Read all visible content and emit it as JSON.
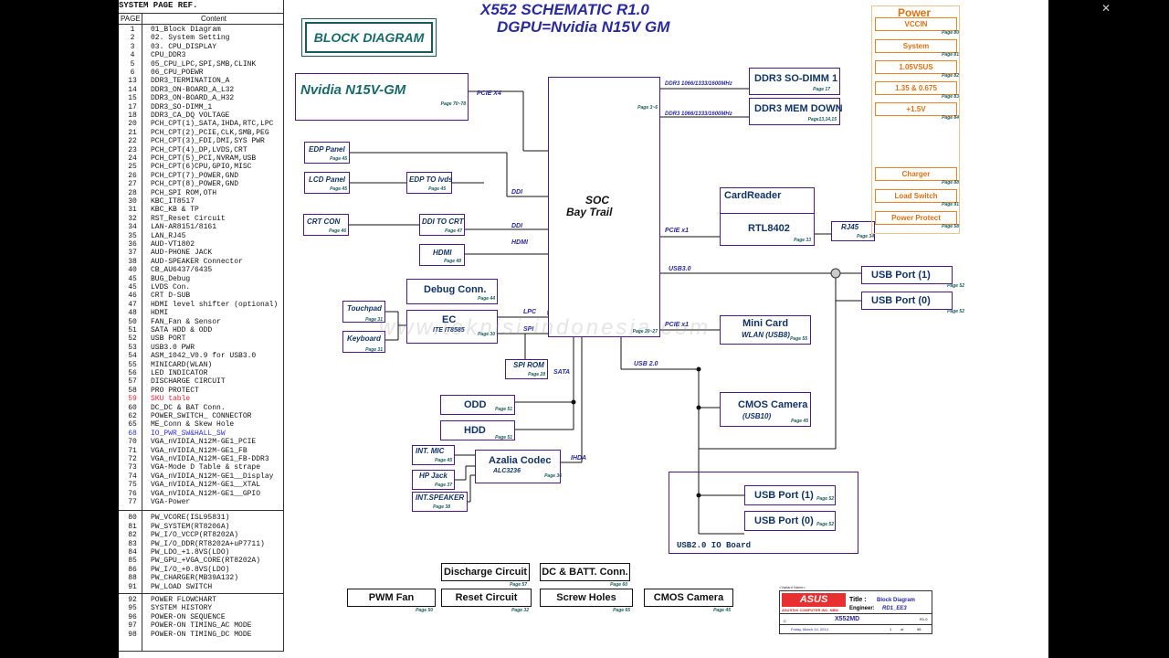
{
  "header": {
    "line1": "X552 SCHEMATIC R1.0",
    "line2": "DGPU=Nvidia N15V GM",
    "block_diagram": "BLOCK DIAGRAM"
  },
  "toc": {
    "title": "SYSTEM PAGE REF.",
    "col_page": "PAGE",
    "col_content": "Content",
    "rows": [
      {
        "p": "1",
        "c": "01_Block Diagram"
      },
      {
        "p": "2",
        "c": "02. System Setting"
      },
      {
        "p": "3",
        "c": "03. CPU_DISPLAY"
      },
      {
        "p": "4",
        "c": "CPU_DDR3"
      },
      {
        "p": "5",
        "c": "05_CPU_LPC,SPI,SMB,CLINK"
      },
      {
        "p": "6",
        "c": "06_CPU_POEWR"
      },
      {
        "p": "13",
        "c": "DDR3_TERMINATION_A"
      },
      {
        "p": "14",
        "c": "DDR3_ON-BOARD_A_L32"
      },
      {
        "p": "15",
        "c": "DDR3_ON-BOARD_A_H32"
      },
      {
        "p": "17",
        "c": "DDR3_SO-DIMM_1"
      },
      {
        "p": "18",
        "c": "DDR3_CA_DQ VOLTAGE"
      },
      {
        "p": "20",
        "c": "PCH_CPT(1)_SATA,IHDA,RTC,LPC"
      },
      {
        "p": "21",
        "c": "PCH_CPT(2)_PCIE,CLK,SMB,PEG"
      },
      {
        "p": "22",
        "c": "PCH_CPT(3)_FDI,DMI,SYS PWR"
      },
      {
        "p": "23",
        "c": "PCH_CPT(4)_DP,LVDS,CRT"
      },
      {
        "p": "24",
        "c": "PCH_CPT(5)_PCI,NVRAM,USB"
      },
      {
        "p": "25",
        "c": "PCH_CPT(6)CPU,GPIO,MISC"
      },
      {
        "p": "26",
        "c": "PCH_CPT(7)_POWER,GND"
      },
      {
        "p": "27",
        "c": "PCH_CPT(8)_POWER,GND"
      },
      {
        "p": "28",
        "c": "PCH_SPI ROM,OTH"
      },
      {
        "p": "30",
        "c": "KBC_IT8517"
      },
      {
        "p": "31",
        "c": "KBC_KB & TP"
      },
      {
        "p": "32",
        "c": "RST_Reset Circuit"
      },
      {
        "p": "34",
        "c": "LAN-AR8151/8161"
      },
      {
        "p": "35",
        "c": "LAN_RJ45"
      },
      {
        "p": "36",
        "c": "AUD-VT1802"
      },
      {
        "p": "37",
        "c": "AUD-PHONE JACK"
      },
      {
        "p": "38",
        "c": "AUD-SPEAKER Connector"
      },
      {
        "p": "40",
        "c": "CB_AU6437/6435"
      },
      {
        "p": "45",
        "c": "BUG_Debug"
      },
      {
        "p": "45",
        "c": "LVDS Con."
      },
      {
        "p": "46",
        "c": "CRT D-SUB"
      },
      {
        "p": "47",
        "c": "HDMI level shifter (optional)"
      },
      {
        "p": "48",
        "c": "HDMI"
      },
      {
        "p": "50",
        "c": "FAN_Fan & Sensor"
      },
      {
        "p": "51",
        "c": "SATA HDD & ODD"
      },
      {
        "p": "52",
        "c": "USB PORT"
      },
      {
        "p": "53",
        "c": "USB3.0 PWR"
      },
      {
        "p": "54",
        "c": "ASM_1042_V0.9 for USB3.0"
      },
      {
        "p": "55",
        "c": "MINICARD(WLAN)"
      },
      {
        "p": "56",
        "c": "LED INDICATOR"
      },
      {
        "p": "57",
        "c": "DISCHARGE CIRCUIT"
      },
      {
        "p": "58",
        "c": "PRO PROTECT"
      },
      {
        "p": "59",
        "c": "SKU table",
        "cls": "red"
      },
      {
        "p": "60",
        "c": "DC_DC & BAT Conn."
      },
      {
        "p": "62",
        "c": "POWER_SWITCH_ CONNECTOR"
      },
      {
        "p": "65",
        "c": "ME_Conn & Skew Hole"
      },
      {
        "p": "68",
        "c": "IO_PWR_SW&HALL_SW",
        "cls": "blue"
      },
      {
        "p": "70",
        "c": "VGA_nVIDIA_N12M-GE1_PCIE"
      },
      {
        "p": "71",
        "c": "VGA_nVIDIA_N12M-GE1_FB"
      },
      {
        "p": "72",
        "c": "VGA_nVIDIA_N12M-GE1_FB-DDR3"
      },
      {
        "p": "73",
        "c": "VGA-Mode D Table & strape"
      },
      {
        "p": "74",
        "c": "VGA_nVIDIA_N12M-GE1__Display"
      },
      {
        "p": "75",
        "c": "VGA_nVIDIA_N12M-GE1__XTAL"
      },
      {
        "p": "76",
        "c": "VGA_nVIDIA_N12M-GE1__GPIO"
      },
      {
        "p": "77",
        "c": "VGA-Power"
      }
    ],
    "rows2": [
      {
        "p": "80",
        "c": "PW_VCORE(ISL95831)"
      },
      {
        "p": "81",
        "c": "PW_SYSTEM(RT8206A)"
      },
      {
        "p": "82",
        "c": "PW_I/O_VCCP(RT8202A)"
      },
      {
        "p": "83",
        "c": "PW_I/O_DDR(RT8202A+uP7711)"
      },
      {
        "p": "84",
        "c": "PW_LDO_+1.8VS(LDO)"
      },
      {
        "p": "85",
        "c": "PW_GPU_+VGA_CORE(RT8202A)"
      },
      {
        "p": "86",
        "c": "PW_I/O_+0.8VS(LDO)"
      },
      {
        "p": "88",
        "c": "PW_CHARGER(MB39A132)"
      },
      {
        "p": "91",
        "c": "PW_LOAD SWITCH"
      }
    ],
    "rows3": [
      {
        "p": "92",
        "c": "POWER FLOWCHART"
      },
      {
        "p": "95",
        "c": "SYSTEM HISTORY"
      },
      {
        "p": "96",
        "c": "POWER-ON SEQUENCE"
      },
      {
        "p": "97",
        "c": "POWER-ON TIMING_AC MODE"
      },
      {
        "p": "98",
        "c": "POWER-ON TIMING_DC MODE"
      }
    ]
  },
  "blocks": {
    "gpu": {
      "label": "Nvidia N15V-GM",
      "page": "Page 70~78"
    },
    "soc": {
      "line1": "SOC",
      "line2": "Bay Trail",
      "page": "Page 3~6",
      "page2": "Page 20~27"
    },
    "ddr1": {
      "label": "DDR3 SO-DIMM 1",
      "page": "Page 17"
    },
    "ddr2": {
      "label": "DDR3 MEM DOWN",
      "page": "Page13,14,15"
    },
    "edp_panel": {
      "label": "EDP Panel",
      "page": "Page 45"
    },
    "lcd_panel": {
      "label": "LCD Panel",
      "page": "Page 45"
    },
    "edp_lvds": {
      "label": "EDP TO lvds",
      "page": "Page 45"
    },
    "crt_con": {
      "label": "CRT CON",
      "page": "Page 46"
    },
    "ddi_crt": {
      "label": "DDI TO CRT",
      "page": "Page 47"
    },
    "hdmi": {
      "label": "HDMI",
      "page": "Page 48"
    },
    "debug": {
      "label": "Debug Conn.",
      "page": "Page 44"
    },
    "ec": {
      "label": "EC",
      "sub": "ITE IT8585",
      "page": "Page 30"
    },
    "touchpad": {
      "label": "Touchpad",
      "page": "Page 31"
    },
    "keyboard": {
      "label": "Keyboard",
      "page": "Page 31"
    },
    "spirom": {
      "label": "SPI ROM",
      "page": "Page 28"
    },
    "odd": {
      "label": "ODD",
      "page": "Page 51"
    },
    "hdd": {
      "label": "HDD",
      "page": "Page 51"
    },
    "azalia": {
      "label": "Azalia Codec",
      "sub": "ALC3236",
      "page": "Page 36"
    },
    "intmic": {
      "label": "INT. MIC",
      "page": "Page 45"
    },
    "hpjack": {
      "label": "HP Jack",
      "page": "Page 37"
    },
    "intspk": {
      "label": "INT.SPEAKER",
      "page": "Page 38"
    },
    "cardreader": {
      "label": "CardReader"
    },
    "rtl": {
      "label": "RTL8402",
      "page": "Page 33"
    },
    "rj45": {
      "label": "RJ45",
      "page": "Page 34"
    },
    "usbp1": {
      "label": "USB Port (1)",
      "page": "Page 52"
    },
    "usbp0": {
      "label": "USB Port (0)",
      "page": "Page 52"
    },
    "minicard": {
      "label": "Mini Card",
      "sub": "WLAN (USB8)",
      "page": "Page 55"
    },
    "cmos": {
      "label": "CMOS Camera",
      "sub": "(USB10)",
      "page": "Page 45"
    },
    "iousb1": {
      "label": "USB Port (1)",
      "page": "Page 52"
    },
    "iousb0": {
      "label": "USB Port (0)",
      "page": "Page 52"
    },
    "ioboard": {
      "label": "USB2.0 IO Board"
    }
  },
  "signals": {
    "pcie_x4": "PCIE X4",
    "ddr_a": "DDR3 1066/1333/1600MHz",
    "ddr_b": "DDR3 1066/1333/1600MHz",
    "ddi1": "DDI",
    "ddi2": "DDI",
    "hdmi": "HDMI",
    "pcie_x1a": "PCIE x1",
    "usb30": "USB3.0",
    "pcie_x1b": "PCIE x1",
    "lpc": "LPC",
    "spi": "SPI",
    "usb20": "USB 2.0",
    "sata": "SATA",
    "ihda": "IHDA"
  },
  "power": {
    "title": "Power",
    "items": [
      {
        "label": "VCCIN",
        "page": "Page 80"
      },
      {
        "label": "System",
        "page": "Page 81"
      },
      {
        "label": "1.05VSUS",
        "page": "Page 82"
      },
      {
        "label": "1.35 & 0.675",
        "page": "Page 83"
      },
      {
        "label": "+1.5V",
        "page": "Page 84"
      },
      {
        "label": "Charger",
        "page": "Page 88"
      },
      {
        "label": "Load Switch",
        "page": "Page 91"
      },
      {
        "label": "Power Protect",
        "page": "Page 58"
      }
    ]
  },
  "bottom": [
    {
      "label": "Discharge Circuit",
      "page": "Page 57"
    },
    {
      "label": "DC & BATT. Conn.",
      "page": "Page 60"
    },
    {
      "label": "PWM Fan",
      "page": "Page 50"
    },
    {
      "label": "Reset Circuit",
      "page": "Page 32"
    },
    {
      "label": "Screw Holes",
      "page": "Page 65"
    },
    {
      "label": "CMOS Camera",
      "page": "Page 45"
    }
  ],
  "titleblock": {
    "vendor_name": "<Variant Name>",
    "logo": "ASUS",
    "company": "ASUSTeK COMPUTER INC. NBM",
    "title_key": "Title :",
    "title_val": "Block Diagram",
    "eng_key": "Engineer:",
    "eng_val": "RD1_EE3",
    "project": "X552MD",
    "rev": "R1.0",
    "size": "C",
    "date": "Friday, March 14, 2014",
    "sheet": "1",
    "of": "of",
    "total": "98"
  },
  "watermark": "www.teknisi-indonesia.com",
  "colors": {
    "box": "#4a1a8a",
    "wire": "#111111",
    "signal": "#2a2aa0",
    "power": "#f08020",
    "title": "#2a2aa0"
  }
}
